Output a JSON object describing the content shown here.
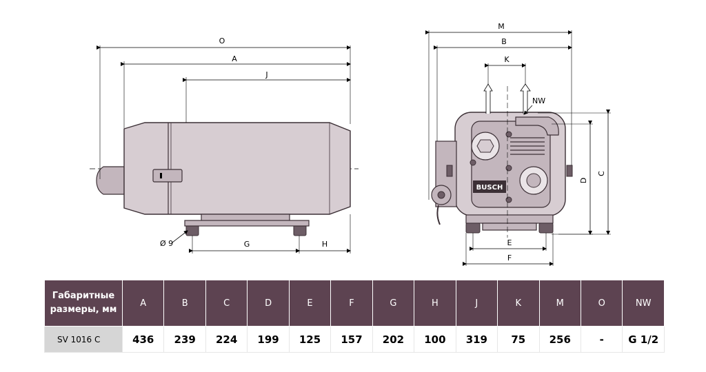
{
  "drawing": {
    "side_view": {
      "dimension_labels": {
        "O": "O",
        "A": "A",
        "J": "J",
        "G": "G",
        "H": "H",
        "hole": "Ø 9"
      }
    },
    "front_view": {
      "dimension_labels": {
        "M": "M",
        "B": "B",
        "K": "K",
        "NW": "NW",
        "D": "D",
        "C": "C",
        "E": "E",
        "F": "F"
      },
      "brand": "BUSCH"
    }
  },
  "table": {
    "title_line1": "Габаритные",
    "title_line2": "размеры, мм",
    "headers": [
      "A",
      "B",
      "C",
      "D",
      "E",
      "F",
      "G",
      "H",
      "J",
      "K",
      "M",
      "O",
      "NW"
    ],
    "model": "SV 1016 C",
    "values": [
      "436",
      "239",
      "224",
      "199",
      "125",
      "157",
      "202",
      "100",
      "319",
      "75",
      "256",
      "-",
      "G 1/2"
    ]
  },
  "colors": {
    "header_bg": "#5d4351",
    "model_bg": "#d6d6d6",
    "pump_body": "#d7cdd2"
  }
}
